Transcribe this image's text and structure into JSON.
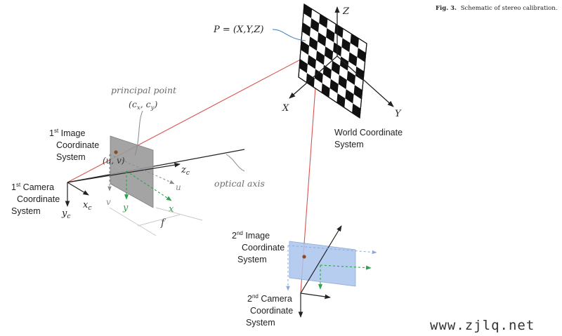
{
  "caption": {
    "bold": "Fig. 3.",
    "text": "Schematic of stereo calibration."
  },
  "watermark": "www.zjlq.net",
  "world": {
    "point_label": "P = (X,Y,Z)",
    "axis_z": "Z",
    "axis_x": "X",
    "axis_y": "Y",
    "label_line1": "World Coordinate",
    "label_line2": "System"
  },
  "principal_point": {
    "title": "principal point",
    "coords": "(c_x, c_y)",
    "coords_main_open": "(c",
    "coords_sub1": "x",
    "coords_mid": ", c",
    "coords_sub2": "y",
    "coords_close": ")"
  },
  "cam1": {
    "image_label_num": "1",
    "image_label_sup": "st",
    "image_label_l1": " Image",
    "image_label_l2": "Coordinate",
    "image_label_l3": "System",
    "camera_label_num": "1",
    "camera_label_sup": "st",
    "camera_label_l1": " Camera",
    "camera_label_l2": "Coordinate",
    "camera_label_l3": "System",
    "pixel_label": "(u, v)",
    "zc_main": "z",
    "zc_sub": "c",
    "xc_main": "x",
    "xc_sub": "c",
    "yc_main": "y",
    "yc_sub": "c",
    "u": "u",
    "v": "v",
    "x": "x",
    "y": "y",
    "f": "f",
    "optical_axis": "optical axis"
  },
  "cam2": {
    "image_label_num": "2",
    "image_label_sup": "nd",
    "image_label_l1": " Image",
    "image_label_l2": "Coordinate",
    "image_label_l3": "System",
    "camera_label_num": "2",
    "camera_label_sup": "nd",
    "camera_label_l1": " Camera",
    "camera_label_l2": "Coordinate",
    "camera_label_l3": "System"
  },
  "colors": {
    "ray": "#d9534f",
    "image_plane_1": "#9a9a9a",
    "image_plane_2": "#a9c4ec",
    "green": "#2ca24a",
    "axis": "#222222",
    "grey_text": "#6b6b6b"
  }
}
